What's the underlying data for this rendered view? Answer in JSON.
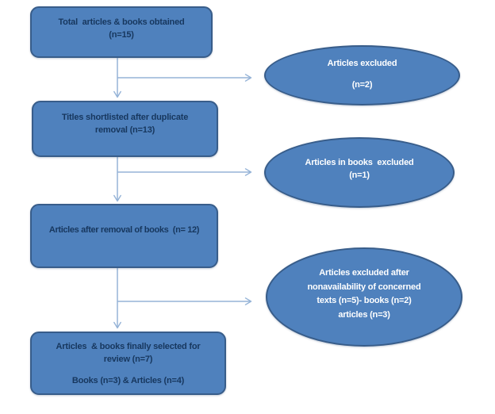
{
  "diagram": {
    "type": "flowchart",
    "boxes": [
      {
        "id": "box-1",
        "lines": [
          "Total  articles & books obtained",
          "(n=15)"
        ]
      },
      {
        "id": "box-2",
        "lines": [
          "Titles shortlisted after duplicate",
          "removal (n=13)"
        ]
      },
      {
        "id": "box-3",
        "lines": [
          "Articles after removal of books  (n= 12)"
        ]
      },
      {
        "id": "box-4",
        "lines": [
          "Articles  & books finally selected for",
          "review (n=7)",
          "",
          "Books (n=3) & Articles (n=4)"
        ]
      }
    ],
    "ellipses": [
      {
        "id": "ellipse-1",
        "lines": [
          "Articles excluded",
          "",
          "(n=2)"
        ]
      },
      {
        "id": "ellipse-2",
        "lines": [
          "Articles in books  excluded",
          "(n=1)"
        ]
      },
      {
        "id": "ellipse-3",
        "lines": [
          "Articles excluded after",
          "nonavailability of concerned",
          "texts (n=5)- books (n=2)",
          "articles (n=3)"
        ]
      }
    ],
    "colors": {
      "shape_fill": "#4f81bd",
      "shape_border": "#385d8a",
      "box_text": "#17375e",
      "ellipse_text": "#ffffff",
      "arrow": "#95b3d7",
      "background": "#ffffff"
    }
  }
}
